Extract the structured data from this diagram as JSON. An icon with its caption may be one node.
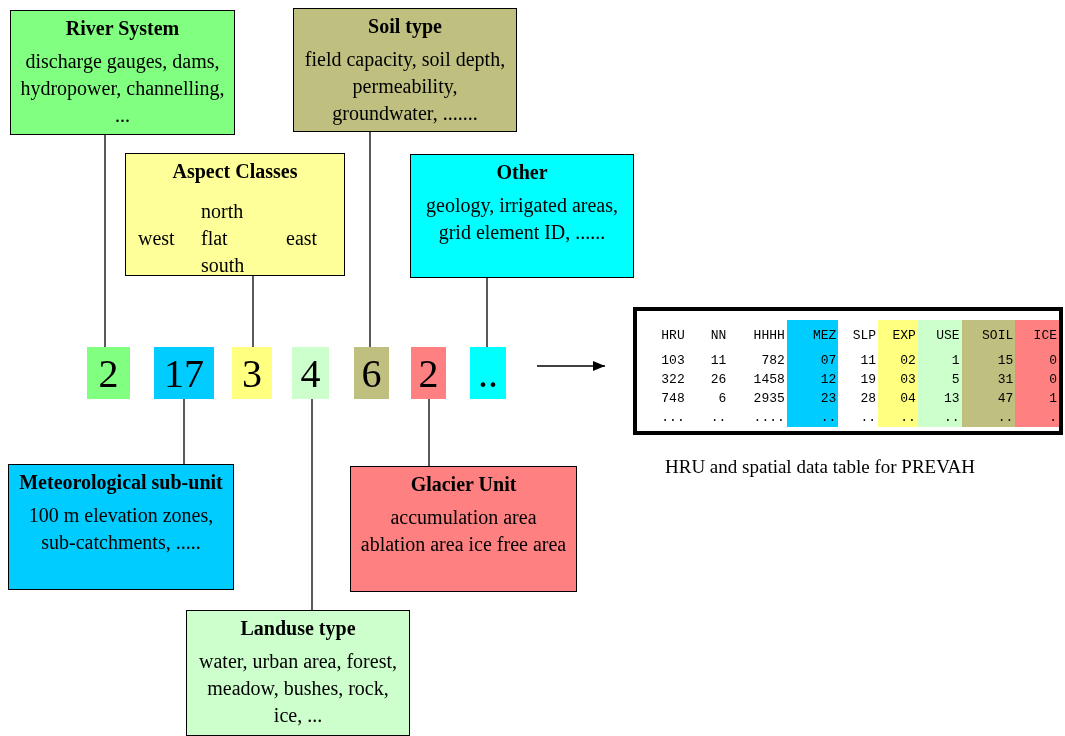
{
  "diagram": {
    "nodes": [
      {
        "text": [
          "River System",
          "discharge gauges, dams, hydropower, channelling, ..."
        ]
      },
      {
        "text": [
          "Soil type",
          "field capacity, soil depth, permeability, groundwater, ......."
        ]
      },
      {
        "text": [
          "Aspect Classes",
          "north",
          "west",
          "flat",
          "east",
          "south"
        ]
      },
      {
        "text": [
          "Other",
          "geology, irrigated areas, grid element ID, ......"
        ]
      },
      {
        "text": [
          "2"
        ]
      },
      {
        "text": [
          "17"
        ]
      },
      {
        "text": [
          "3"
        ]
      },
      {
        "text": [
          "4"
        ]
      },
      {
        "text": [
          "6"
        ]
      },
      {
        "text": [
          "2"
        ]
      },
      {
        "text": [
          ".."
        ]
      },
      {
        "text": [
          "Meteorological sub-unit",
          "100 m elevation zones, sub-catchments, ....."
        ]
      },
      {
        "text": [
          "Glacier Unit",
          "accumulation area ablation area ice free area"
        ]
      },
      {
        "text": [
          "Landuse type",
          "water, urban area, forest, meadow, bushes, rock, ice, ..."
        ]
      },
      {
        "text": [],
        "shape": "box",
        "beside": [
          "HRU and spatial data table for PREVAH"
        ]
      }
    ],
    "edges": [
      {
        "from": 0,
        "to": 4,
        "arrow": "none"
      },
      {
        "from": 2,
        "to": 6,
        "arrow": "none"
      },
      {
        "from": 1,
        "to": 8,
        "arrow": "none"
      },
      {
        "from": 3,
        "to": 10,
        "arrow": "none"
      },
      {
        "from": 5,
        "to": 11,
        "arrow": "none"
      },
      {
        "from": 7,
        "to": 13,
        "arrow": "none"
      },
      {
        "from": 9,
        "to": 12,
        "arrow": "none"
      },
      {
        "from": null,
        "to": 14,
        "arrow": "to"
      }
    ],
    "labels": [
      "HRU",
      "NN",
      "HHHH",
      "MEZ",
      "SLP",
      "EXP",
      "USE",
      "SOIL",
      "ICE",
      "103",
      "11",
      "782",
      "07",
      "11",
      "02",
      "1",
      "15",
      "0",
      "322",
      "26",
      "1458",
      "12",
      "19",
      "03",
      "5",
      "31",
      "0",
      "748",
      "6",
      "2935",
      "23",
      "28",
      "04",
      "13",
      "47",
      "1",
      "...",
      "..",
      "....",
      "..",
      "..",
      "..",
      "..",
      "..",
      "."
    ]
  }
}
